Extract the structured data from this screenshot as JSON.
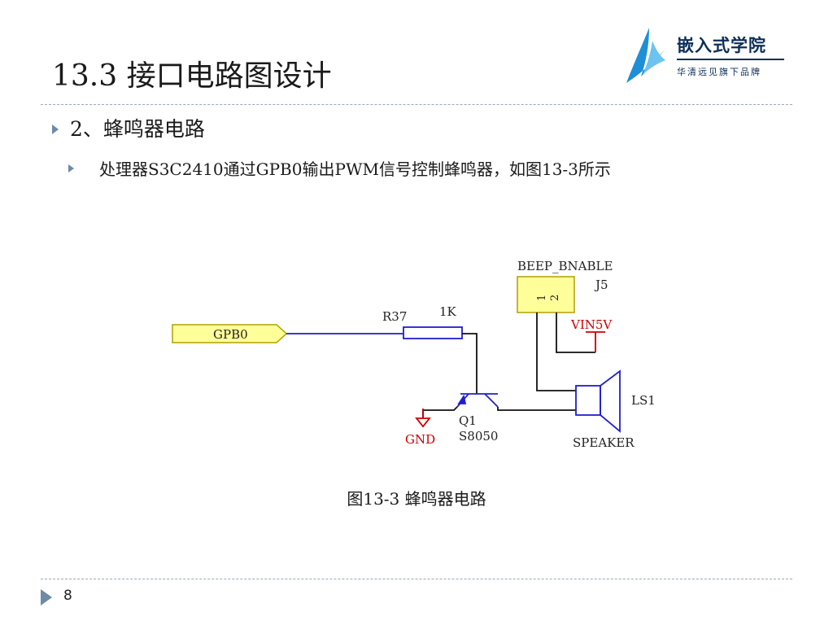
{
  "slide": {
    "title": "13.3 接口电路图设计",
    "bullet_level1": "2、蜂鸣器电路",
    "bullet_level2": "处理器S3C2410通过GPB0输出PWM信号控制蜂鸣器，如图13-3所示",
    "caption": "图13-3 蜂鸣器电路",
    "page_number": "8"
  },
  "logo": {
    "name": "嵌入式学院",
    "slogan": "华清远见旗下品牌",
    "mark_icon": "sail-logo-icon"
  },
  "circuit": {
    "net_label": "GPB0",
    "resistor_ref": "R37",
    "resistor_value": "1K",
    "jumper_net": "BEEP_BNABLE",
    "jumper_ref": "J5",
    "jumper_pin1": "1",
    "jumper_pin2": "2",
    "power_label": "VIN5V",
    "ground_label": "GND",
    "transistor_ref": "Q1",
    "transistor_part": "S8050",
    "speaker_ref": "LS1",
    "speaker_name": "SPEAKER"
  },
  "colors": {
    "accent": "#6f8aa6",
    "logo_navy": "#0b2e57",
    "logo_blue": "#1e8fd6",
    "component_blue": "#1f1fd0",
    "wire_black": "#111111",
    "power_red": "#cc0000",
    "label_fill": "#ffff99",
    "label_stroke": "#b0a000"
  }
}
